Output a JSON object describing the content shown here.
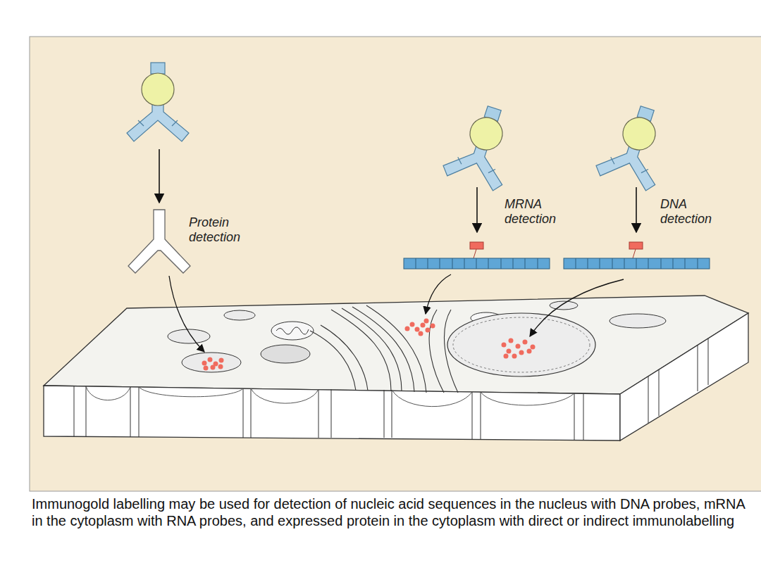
{
  "diagram": {
    "caption": "Immunogold labelling may be used for detection of nucleic acid sequences in the nucleus with DNA probes, mRNA in the cytoplasm with RNA probes, and expressed protein in the cytoplasm with direct or indirect immunolabelling",
    "labels": [
      "Protein detection",
      "MRNA detection",
      "DNA detection"
    ]
  }
}
